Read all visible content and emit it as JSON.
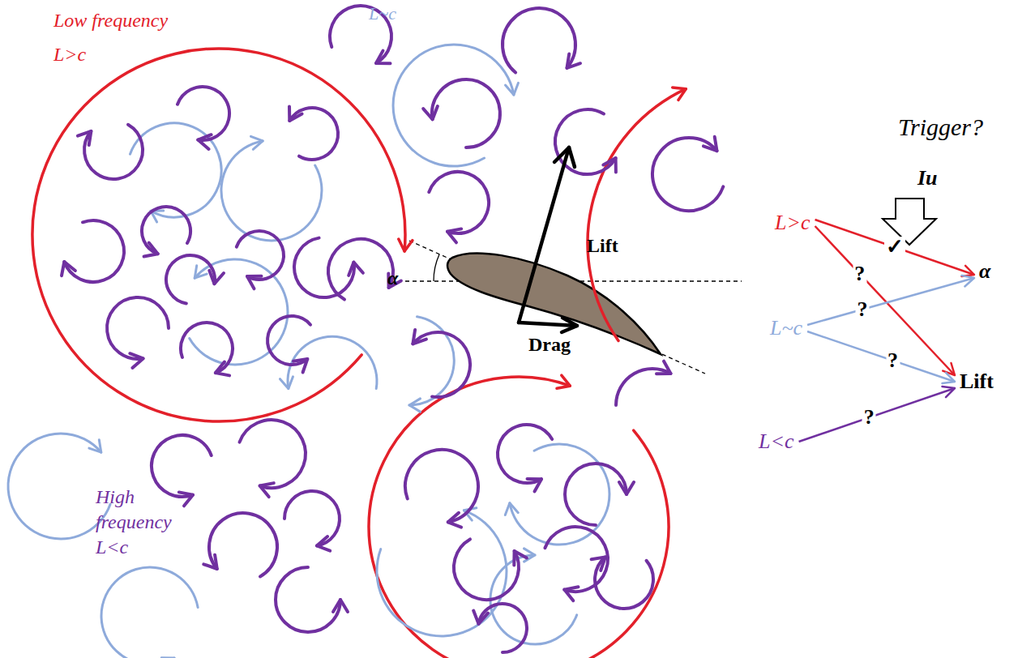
{
  "diagram": {
    "nodes": [
      {
        "text": [
          "L>c"
        ]
      },
      {
        "text": [
          "L~c"
        ]
      },
      {
        "text": [
          "L<c"
        ]
      },
      {
        "text": [
          "α"
        ]
      },
      {
        "text": [
          "Lift"
        ]
      }
    ],
    "edges": [
      {
        "from": 0,
        "to": 3,
        "arrow": "to",
        "label": "✓"
      },
      {
        "from": 0,
        "to": 4,
        "arrow": "to",
        "label": "?"
      },
      {
        "from": 1,
        "to": 3,
        "arrow": "to",
        "label": "?"
      },
      {
        "from": 1,
        "to": 4,
        "arrow": "to",
        "label": "?"
      },
      {
        "from": 2,
        "to": 4,
        "arrow": "to",
        "label": "?"
      }
    ],
    "labels": [
      "Low frequency L>c",
      "L~c",
      "High frequency L<c",
      "α",
      "Lift",
      "Drag",
      "Trigger?",
      "Iu"
    ]
  }
}
